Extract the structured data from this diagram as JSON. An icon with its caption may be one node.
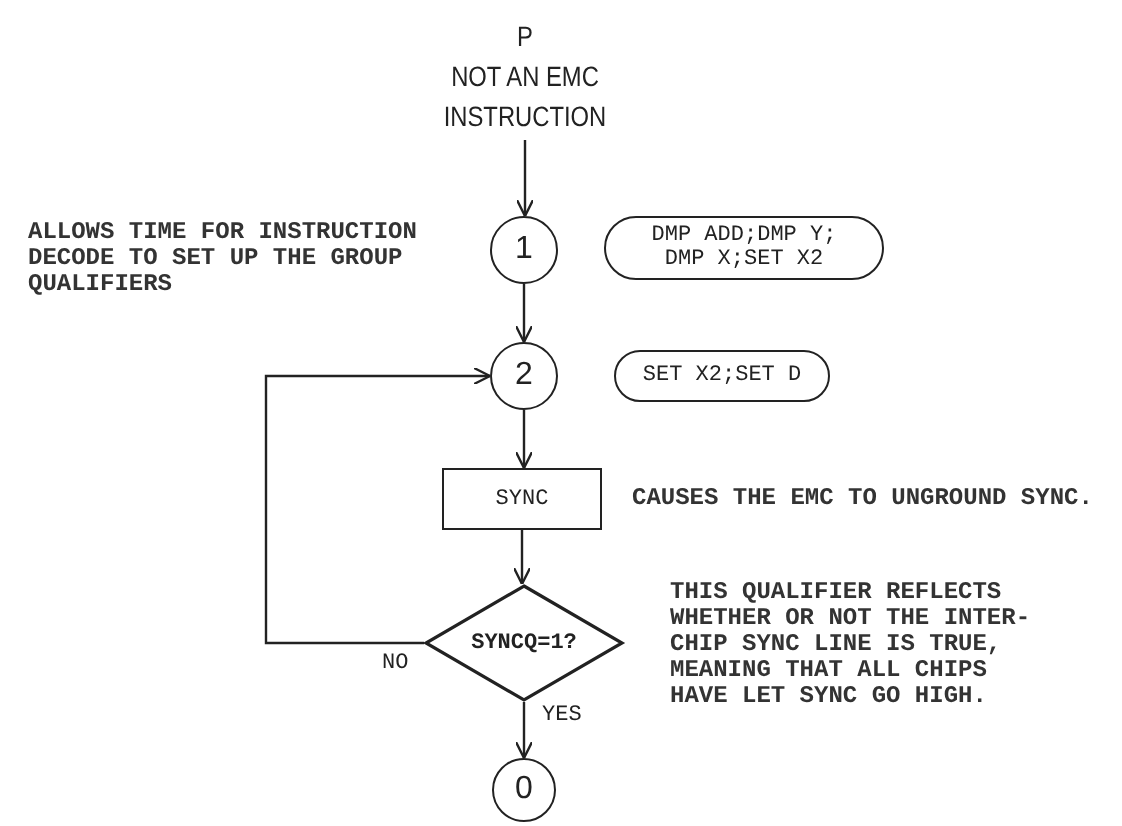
{
  "diagram": {
    "nodes": [
      {
        "text": [
          "P",
          "NOT AN EMC INSTRUCTION"
        ]
      },
      {
        "text": [
          "1"
        ],
        "beside": [
          "ALLOWS TIME FOR INSTRUCTION DECODE TO SET UP THE GROUP QUALIFIERS"
        ]
      },
      {
        "text": [
          "DMP ADD;DMP Y; DMP X;SET X2"
        ]
      },
      {
        "text": [
          "2"
        ]
      },
      {
        "text": [
          "SET X2;SET D"
        ]
      },
      {
        "text": [
          "SYNC"
        ],
        "beside": [
          "CAUSES THE EMC TO UNGROUND SYNC."
        ]
      },
      {
        "text": [
          "SYNCQ=1?"
        ],
        "beside": [
          "THIS QUALIFIER REFLECTS WHETHER OR NOT THE INTER-CHIP SYNC LINE IS TRUE, MEANING THAT ALL CHIPS HAVE LET SYNC GO HIGH."
        ]
      },
      {
        "text": [
          "0"
        ]
      }
    ],
    "edges": [
      {
        "from": 0,
        "to": 1,
        "arrow": "to"
      },
      {
        "from": 1,
        "to": 3,
        "arrow": "to"
      },
      {
        "from": 3,
        "to": 5,
        "arrow": "to"
      },
      {
        "from": 5,
        "to": 6,
        "arrow": "to"
      },
      {
        "from": 6,
        "to": 3,
        "arrow": "to",
        "label": "NO"
      },
      {
        "from": 6,
        "to": 7,
        "arrow": "to",
        "label": "YES"
      }
    ]
  }
}
